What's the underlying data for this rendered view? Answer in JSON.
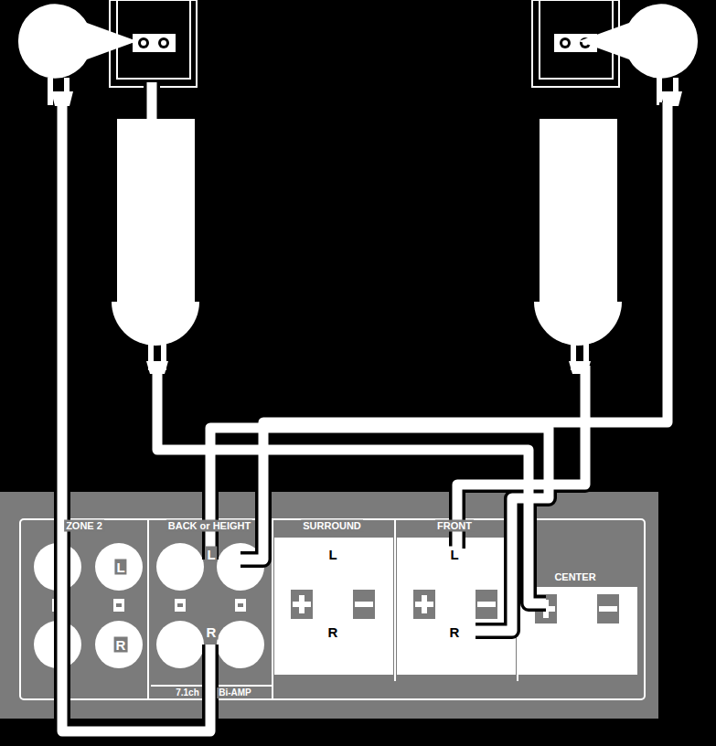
{
  "diagram": {
    "nodes": [
      {
        "text": [
          "ZONE 2",
          "L",
          "R"
        ]
      },
      {
        "text": [
          "BACK or HEIGHT",
          "L",
          "R"
        ]
      },
      {
        "text": [
          "SURROUND",
          "L",
          "R"
        ]
      },
      {
        "text": [
          "FRONT",
          "L",
          "R"
        ]
      },
      {
        "text": [
          "CENTER"
        ]
      }
    ],
    "labels": [
      "7.1ch",
      "Bi-AMP"
    ]
  }
}
